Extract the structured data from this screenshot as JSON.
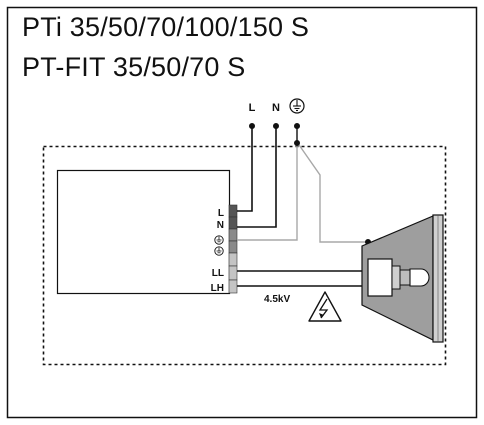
{
  "header": {
    "title_line_1": "PTi 35/50/70/100/150 S",
    "title_line_2": "PT-FIT 35/50/70 S"
  },
  "supply": {
    "l_label": "L",
    "n_label": "N",
    "earth_icon": "protective-earth-icon"
  },
  "ballast_terminals": {
    "l": "L",
    "n": "N",
    "earth_icon_1": "protective-earth-icon",
    "earth_icon_2": "protective-earth-icon",
    "ll": "LL",
    "lh": "LH"
  },
  "warning": {
    "voltage": "4.5kV",
    "icon": "high-voltage-warning-icon"
  },
  "colors": {
    "line": "#111111",
    "earth_wire": "#a8a8a8",
    "terminal_dark": "#555555",
    "terminal_mid": "#8a8a8a",
    "terminal_light": "#c4c4c4",
    "lamp_housing": "#9e9e9e",
    "reflector_front": "#d0d0d0"
  }
}
